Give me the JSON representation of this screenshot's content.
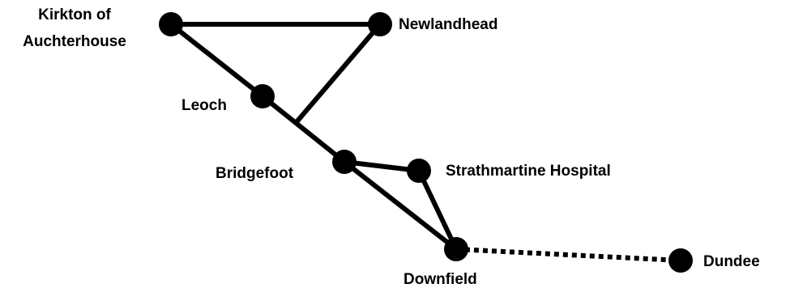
{
  "stations": {
    "kirkton": {
      "line1": "Kirkton of",
      "line2": "Auchterhouse"
    },
    "newlandhead": {
      "label": "Newlandhead"
    },
    "leoch": {
      "label": "Leoch"
    },
    "bridgefoot": {
      "label": "Bridgefoot"
    },
    "strathmartine": {
      "label": "Strathmartine Hospital"
    },
    "downfield": {
      "label": "Downfield"
    },
    "dundee": {
      "label": "Dundee"
    }
  },
  "connections": [
    {
      "from": "Kirkton of Auchterhouse",
      "to": "Newlandhead",
      "style": "solid"
    },
    {
      "from": "Kirkton of Auchterhouse",
      "to": "Leoch",
      "style": "solid"
    },
    {
      "from": "Leoch",
      "to": "Bridgefoot",
      "style": "solid"
    },
    {
      "from": "Newlandhead",
      "to": "Leoch–Bridgefoot line",
      "style": "solid"
    },
    {
      "from": "Bridgefoot",
      "to": "Strathmartine Hospital",
      "style": "solid"
    },
    {
      "from": "Bridgefoot",
      "to": "Downfield",
      "style": "solid"
    },
    {
      "from": "Strathmartine Hospital",
      "to": "Downfield",
      "style": "solid"
    },
    {
      "from": "Downfield",
      "to": "Dundee",
      "style": "dotted"
    }
  ],
  "colors": {
    "line": "#000000",
    "station": "#000000",
    "background": "#ffffff"
  }
}
